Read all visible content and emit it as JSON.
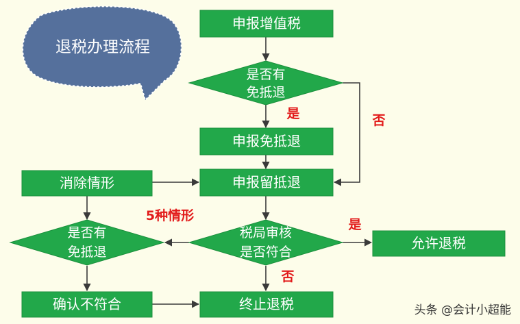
{
  "title": "退税办理流程",
  "nodes": {
    "declare_vat": "申报增值税",
    "q_exempt_credit_top_1": "是否有",
    "q_exempt_credit_top_2": "免抵退",
    "declare_exempt": "申报免抵退",
    "declare_retained": "申报留抵退",
    "eliminate": "消除情形",
    "q_exempt_credit_left_1": "是否有",
    "q_exempt_credit_left_2": "免抵退",
    "q_bureau_1": "税局审核",
    "q_bureau_2": "是否符合",
    "allow_refund": "允许退税",
    "confirm_not": "确认不符合",
    "terminate": "终止退税"
  },
  "labels": {
    "yes_top": "是",
    "no_top": "否",
    "five_cases": "5种情形",
    "yes_right": "是",
    "no_bottom": "否"
  },
  "watermark": "头条 @会计小超能",
  "colors": {
    "box": "#22a84a",
    "box_stroke": "#1a8f3c",
    "bubble": "#55709c",
    "label_red": "#e21b1b",
    "line": "#3a3a3a"
  }
}
